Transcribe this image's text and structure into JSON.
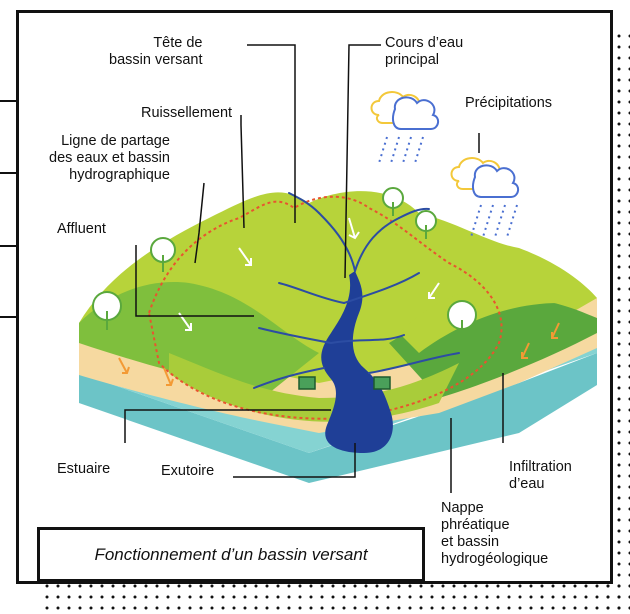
{
  "diagram": {
    "caption": "Fonctionnement d’un bassin versant",
    "labels": {
      "tete_bassin": "Tête de\nbassin versant",
      "cours_eau": "Cours d’eau\nprincipal",
      "precipitations": "Précipitations",
      "ruissellement": "Ruissellement",
      "ligne_partage": "Ligne de partage\ndes eaux et bassin\nhydrographique",
      "affluent": "Affluent",
      "estuaire": "Estuaire",
      "exutoire": "Exutoire",
      "infiltration": "Infiltration\nd’eau",
      "nappe": "Nappe\nphréatique\net bassin\nhydrogéologique"
    }
  },
  "colors": {
    "hill_light": "#b7d33a",
    "hill_dark": "#5aa83d",
    "soil": "#f6d9a0",
    "groundwater": "#7fcfcf",
    "river": "#1f3f97",
    "watershed_line": "#e8542f",
    "rain": "#4a6fd1",
    "cloud": "#f3c83a"
  }
}
